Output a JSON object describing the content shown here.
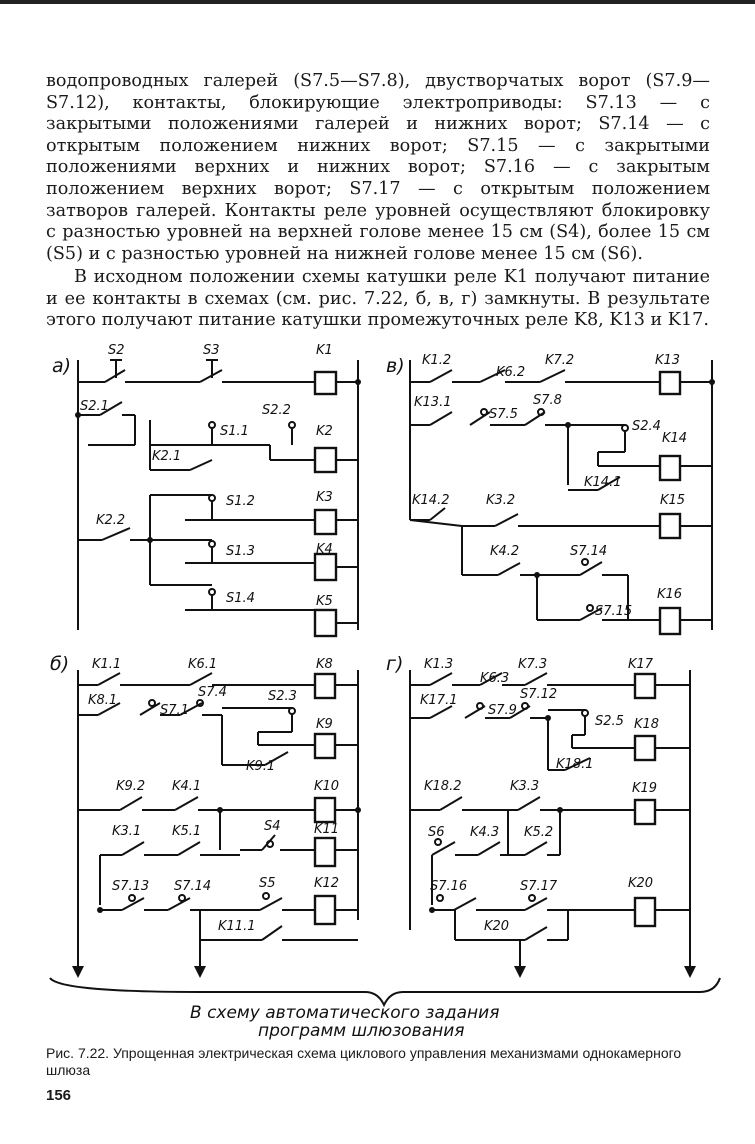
{
  "text": {
    "paragraph1": "водопроводных галерей (S7.5—S7.8), двустворчатых ворот (S7.9—S7.12), контакты, блокирующие электроприводы: S7.13 — с закрытыми положениями галерей и нижних ворот; S7.14 — с открытым положением нижних ворот; S7.15 — с закрытыми положениями верхних и нижних ворот; S7.16 — с закрытым положением верхних ворот; S7.17 — с открытым положением затворов галерей. Контакты реле уровней осуществляют блокировку с разностью уровней на верхней голове менее 15 см (S4), более 15 см (S5) и с разностью уровней на нижней голове менее 15 см (S6).",
    "paragraph2": "В исходном положении схемы катушки реле K1 получают питание и ее контакты в схемах (см. рис. 7.22, б, в, г) замкнуты. В результате этого получают питание катушки промежуточных реле K8, K13 и K17."
  },
  "figure": {
    "panel_labels": {
      "a": "а)",
      "b": "б)",
      "v": "в)",
      "g": "г)"
    },
    "panel_a": {
      "coils": [
        "K1",
        "K2",
        "K3",
        "K4",
        "K5"
      ],
      "contacts": [
        "S2",
        "S3",
        "S2.1",
        "S1.1",
        "S2.2",
        "K2.1",
        "S1.2",
        "K2.2",
        "S1.3",
        "S1.4"
      ]
    },
    "panel_v": {
      "coils": [
        "K13",
        "K14",
        "K15",
        "K16"
      ],
      "contacts": [
        "K1.2",
        "K6.2",
        "K7.2",
        "K13.1",
        "S7.5",
        "S7.8",
        "S2.4",
        "K14.1",
        "K14.2",
        "K3.2",
        "K4.2",
        "S7.14",
        "S7.15"
      ]
    },
    "panel_b": {
      "coils": [
        "K8",
        "K9",
        "K10",
        "K11",
        "K12"
      ],
      "contacts": [
        "K1.1",
        "K6.1",
        "K8.1",
        "S7.1",
        "S7.4",
        "S2.3",
        "K9.1",
        "K9.2",
        "K4.1",
        "K3.1",
        "K5.1",
        "S4",
        "S7.13",
        "S7.14",
        "S5",
        "K11.1"
      ]
    },
    "panel_g": {
      "coils": [
        "K17",
        "K18",
        "K19",
        "K20"
      ],
      "contacts": [
        "K1.3",
        "K6.3",
        "K7.3",
        "K17.1",
        "S7.9",
        "S7.12",
        "S2.5",
        "K18.1",
        "K18.2",
        "K3.3",
        "S6",
        "K4.3",
        "K5.2",
        "S7.16",
        "S7.17",
        "K20"
      ]
    },
    "bottom_note_line1": "В схему автоматического задания",
    "bottom_note_line2": "программ шлюзования"
  },
  "caption": "Рис. 7.22. Упрощенная электрическая схема циклового управления механизмами однокамерного шлюза",
  "page_number": "156"
}
